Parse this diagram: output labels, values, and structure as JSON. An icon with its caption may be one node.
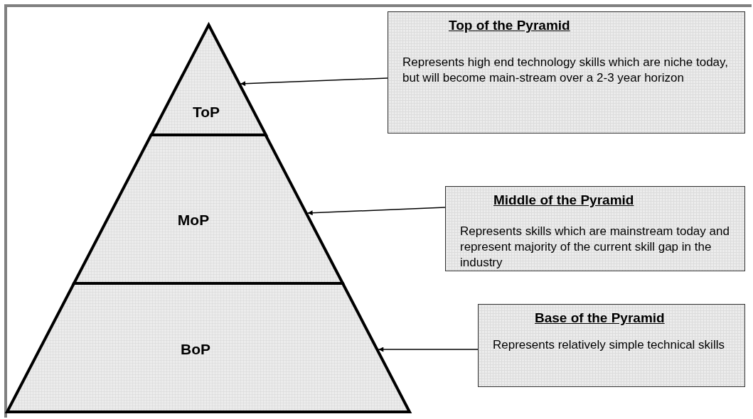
{
  "diagram": {
    "nodes": [
      {
        "text": [
          "ToP"
        ]
      },
      {
        "text": [
          "MoP"
        ]
      },
      {
        "text": [
          "BoP"
        ]
      },
      {
        "text": [
          "Top of the Pyramid",
          "Represents high end technology skills which are niche today, but will become main-stream over a 2-3 year horizon"
        ]
      },
      {
        "text": [
          "Middle of the Pyramid",
          "Represents skills which are mainstream today and represent majority of the current skill gap in the industry"
        ]
      },
      {
        "text": [
          "Base of the Pyramid",
          "Represents relatively simple technical skills"
        ]
      }
    ],
    "edges": [
      {
        "from": 3,
        "to": 0,
        "arrow": "to"
      },
      {
        "from": 4,
        "to": 1,
        "arrow": "to"
      },
      {
        "from": 5,
        "to": 2,
        "arrow": "to"
      }
    ]
  }
}
